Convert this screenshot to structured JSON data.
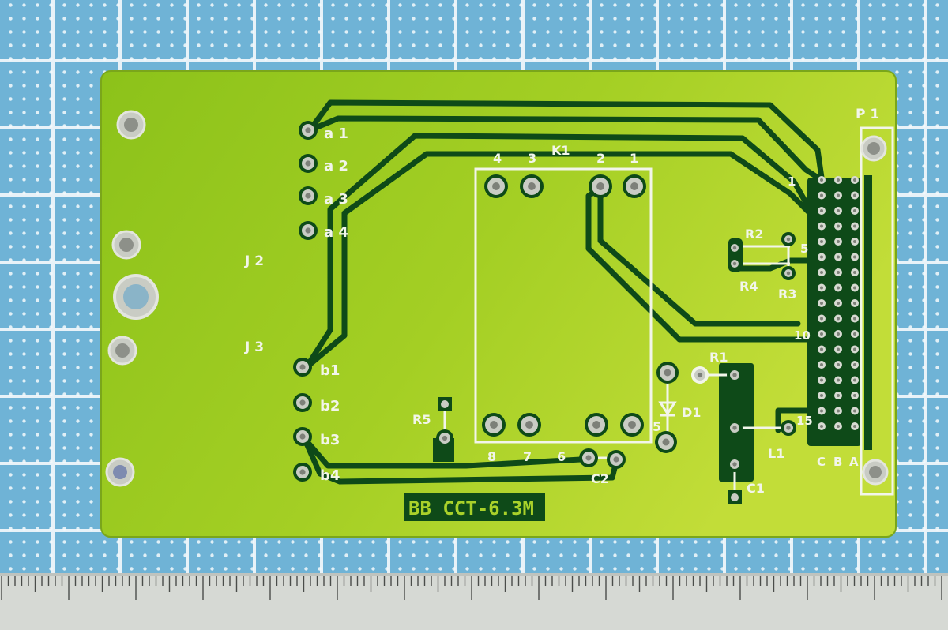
{
  "colors": {
    "mat": "#6fb3d6",
    "mat_grid": "#e8f2f8",
    "mat_dot": "#f4f9fc",
    "board": "#8ec21c",
    "board_light": "#b5d82c",
    "copper": "#0e4a18",
    "silk": "#f2f5ea",
    "pad": "#c9ccc4",
    "ruler": "#d4d7d2"
  },
  "board": {
    "brand": "BB CCT-6.3M",
    "connectors": {
      "j2": "J 2",
      "j3": "J 3",
      "p1": "P 1"
    },
    "pins_a": [
      "a 1",
      "a 2",
      "a 3",
      "a 4"
    ],
    "pins_b": [
      "b1",
      "b2",
      "b3",
      "b4"
    ],
    "relay": {
      "ref": "K1",
      "pins_top": [
        "4",
        "3",
        "2",
        "1"
      ],
      "pins_bottom": [
        "8",
        "7",
        "6",
        "5"
      ]
    },
    "components": {
      "r1": "R1",
      "r2": "R2",
      "r3": "R3",
      "r4": "R4",
      "r5": "R5",
      "c1": "C1",
      "c2": "C2",
      "d1": "D1",
      "l1": "L1"
    },
    "header": {
      "row_1": "1",
      "row_5": "5",
      "row_10": "10",
      "row_15": "15",
      "cols": [
        "C",
        "B",
        "A"
      ]
    }
  }
}
